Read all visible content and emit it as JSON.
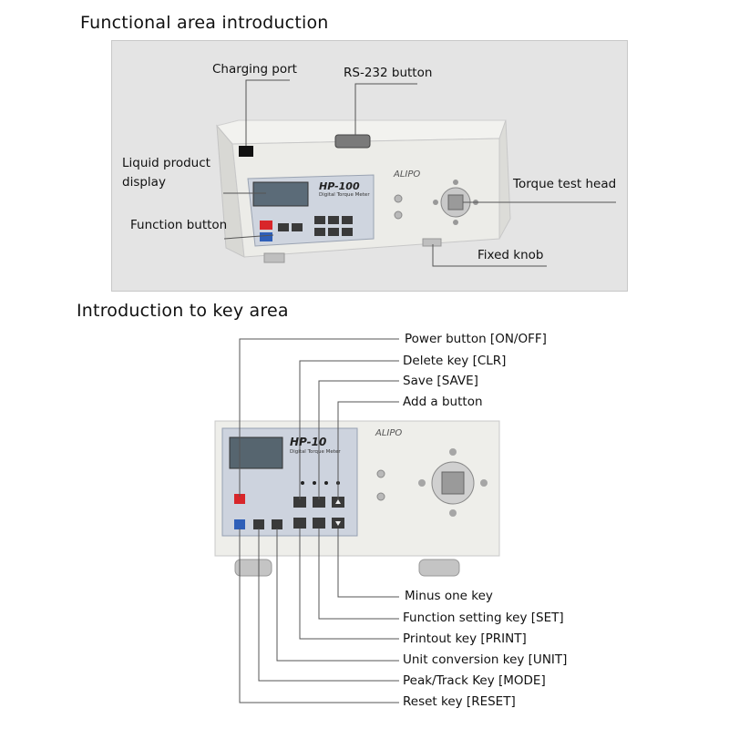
{
  "section1": {
    "title": "Functional area introduction",
    "labels": {
      "charging_port": "Charging port",
      "rs232_button": "RS-232 button",
      "liquid_display_1": "Liquid product",
      "liquid_display_2": "display",
      "torque_test_head": "Torque test head",
      "function_button": "Function button",
      "fixed_knob": "Fixed knob"
    },
    "device": {
      "brand": "ALIPO",
      "model": "HP-100",
      "subtitle": "Digital Torque Meter"
    }
  },
  "section2": {
    "title": "Introduction to key area",
    "labels": {
      "power": "Power button [ON/OFF]",
      "delete": "Delete key [CLR]",
      "save": "Save [SAVE]",
      "add": "Add a button",
      "minus": "Minus one key",
      "set": "Function setting key [SET]",
      "print": "Printout key [PRINT]",
      "unit": "Unit conversion key [UNIT]",
      "mode": "Peak/Track Key [MODE]",
      "reset": "Reset key [RESET]"
    },
    "device": {
      "brand": "ALIPO",
      "model": "HP-10",
      "subtitle": "Digital Torque Meter"
    }
  }
}
